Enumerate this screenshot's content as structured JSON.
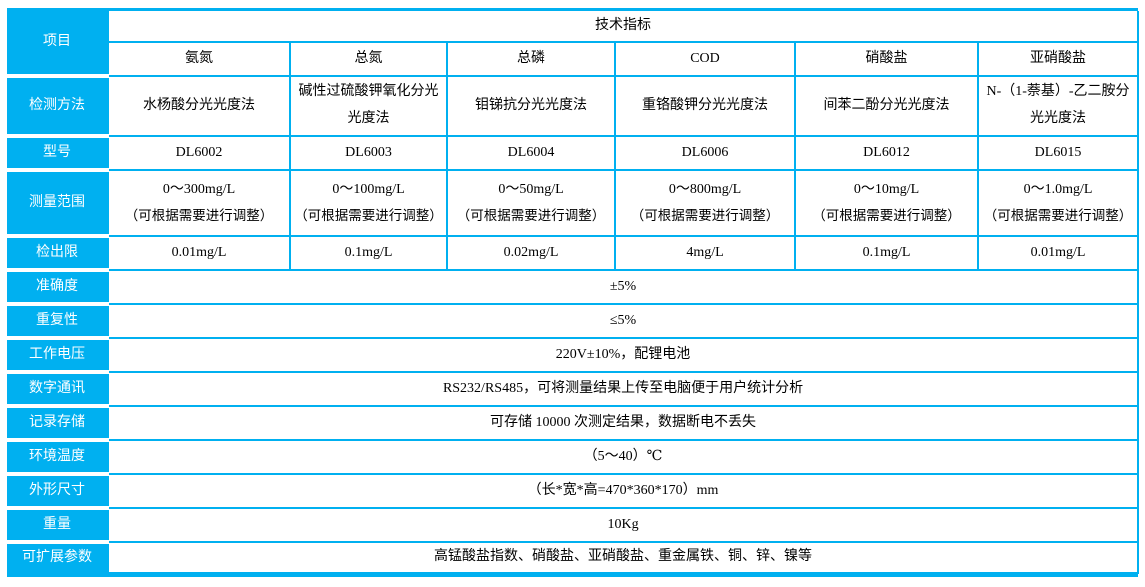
{
  "colors": {
    "accent_cyan": "#00b0f0",
    "grid_line": "#00b0f0",
    "label_text": "#ffffff",
    "body_text": "#000000"
  },
  "table": {
    "corner_label": "项目",
    "header_title": "技术指标",
    "row_labels": {
      "method": "检测方法",
      "model": "型号",
      "range": "测量范围",
      "limit": "检出限",
      "accuracy": "准确度",
      "repeatability": "重复性",
      "voltage": "工作电压",
      "communication": "数字通讯",
      "storage": "记录存储",
      "ambient_temp": "环境温度",
      "dimensions": "外形尺寸",
      "weight": "重量",
      "expandable": "可扩展参数"
    },
    "columns": [
      {
        "name": "氨氮",
        "method": "水杨酸分光光度法",
        "model": "DL6002",
        "range": "0～300mg/L",
        "range_note": "（可根据需要进行调整）",
        "limit": "0.01mg/L"
      },
      {
        "name": "总氮",
        "method": "碱性过硫酸钾氧化分光光度法",
        "model": "DL6003",
        "range": "0～100mg/L",
        "range_note": "（可根据需要进行调整）",
        "limit": "0.1mg/L"
      },
      {
        "name": "总磷",
        "method": "钼锑抗分光光度法",
        "model": "DL6004",
        "range": "0～50mg/L",
        "range_note": "（可根据需要进行调整）",
        "limit": "0.02mg/L"
      },
      {
        "name": "COD",
        "method": "重铬酸钾分光光度法",
        "model": "DL6006",
        "range": "0～800mg/L",
        "range_note": "（可根据需要进行调整）",
        "limit": "4mg/L"
      },
      {
        "name": "硝酸盐",
        "method": "间苯二酚分光光度法",
        "model": "DL6012",
        "range": "0～10mg/L",
        "range_note": "（可根据需要进行调整）",
        "limit": "0.1mg/L"
      },
      {
        "name": "亚硝酸盐",
        "method": "N-（1-萘基）-乙二胺分光光度法",
        "model": "DL6015",
        "range": "0～1.0mg/L",
        "range_note": "（可根据需要进行调整）",
        "limit": "0.01mg/L"
      }
    ],
    "shared": {
      "accuracy": "±5%",
      "repeatability": "≤5%",
      "voltage": "220V±10%，配锂电池",
      "communication": "RS232/RS485，可将测量结果上传至电脑便于用户统计分析",
      "storage": "可存储 10000 次测定结果，数据断电不丢失",
      "ambient_temp": "（5～40）℃",
      "dimensions": "（长*宽*高=470*360*170）mm",
      "weight": "10Kg",
      "expandable": "高锰酸盐指数、硝酸盐、亚硝酸盐、重金属铁、铜、锌、镍等"
    }
  }
}
